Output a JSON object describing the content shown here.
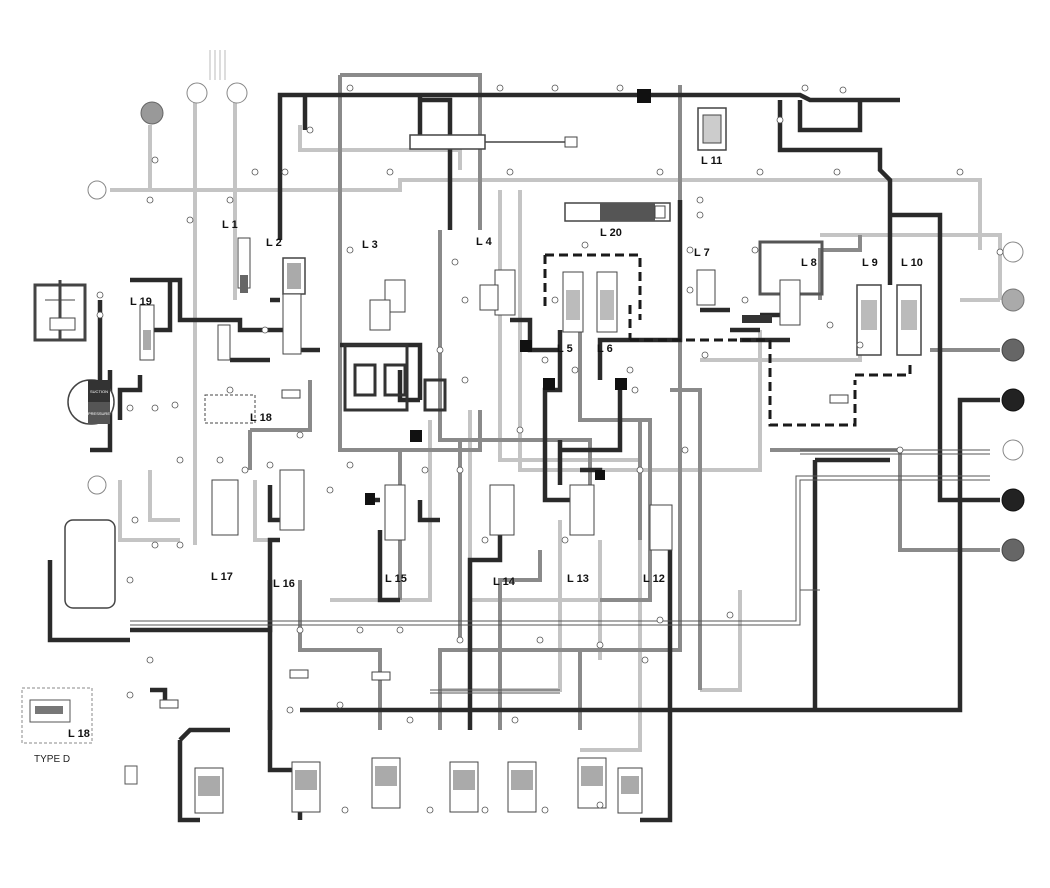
{
  "labels": {
    "L1": "L 1",
    "L2": "L 2",
    "L3": "L 3",
    "L4": "L 4",
    "L5": "L 5",
    "L6": "L 6",
    "L7": "L 7",
    "L8": "L 8",
    "L9": "L 9",
    "L10": "L 10",
    "L11": "L 11",
    "L12": "L 12",
    "L13": "L 13",
    "L14": "L 14",
    "L15": "L 15",
    "L16": "L 16",
    "L17": "L 17",
    "L18": "L 18",
    "L19": "L 19",
    "L20": "L 20",
    "L18_inset": "L 18"
  },
  "type_label": "TYPE D",
  "tank": {
    "top": "SUCTION",
    "bottom": "PRESSURE"
  },
  "right_circles": [
    "",
    "",
    "",
    "",
    "",
    "",
    ""
  ]
}
